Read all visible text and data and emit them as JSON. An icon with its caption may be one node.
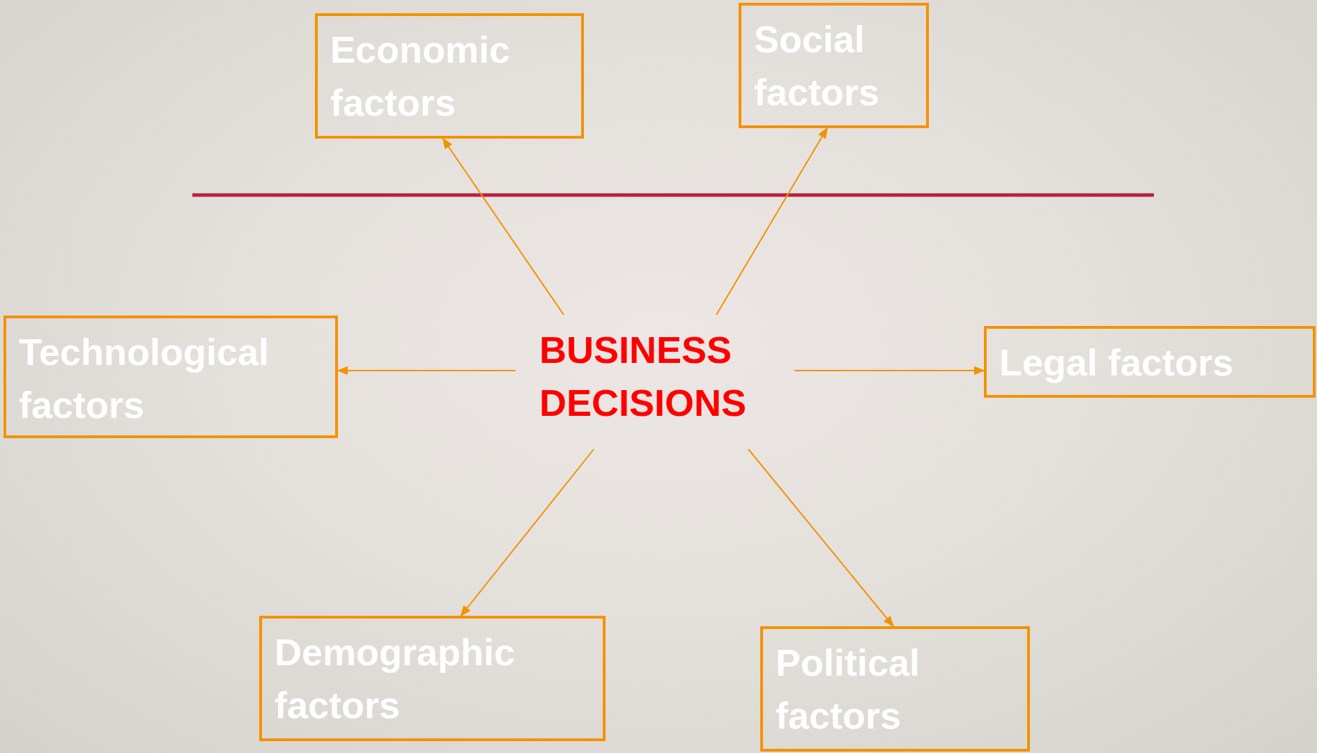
{
  "diagram": {
    "nodes": [
      {
        "text": [
          "Economic factors"
        ]
      },
      {
        "text": [
          "Social factors"
        ]
      },
      {
        "text": [
          "Technological factors"
        ]
      },
      {
        "text": [
          "BUSINESS DECISIONS"
        ]
      },
      {
        "text": [
          "Legal factors"
        ]
      },
      {
        "text": [
          "Demographic factors"
        ]
      },
      {
        "text": [
          "Political factors"
        ]
      }
    ],
    "edges": [
      {
        "from": 3,
        "to": 0,
        "arrow": "to"
      },
      {
        "from": 3,
        "to": 1,
        "arrow": "to"
      },
      {
        "from": 3,
        "to": 2,
        "arrow": "to"
      },
      {
        "from": 3,
        "to": 4,
        "arrow": "to"
      },
      {
        "from": 3,
        "to": 5,
        "arrow": "to"
      },
      {
        "from": 3,
        "to": 6,
        "arrow": "to"
      }
    ]
  }
}
